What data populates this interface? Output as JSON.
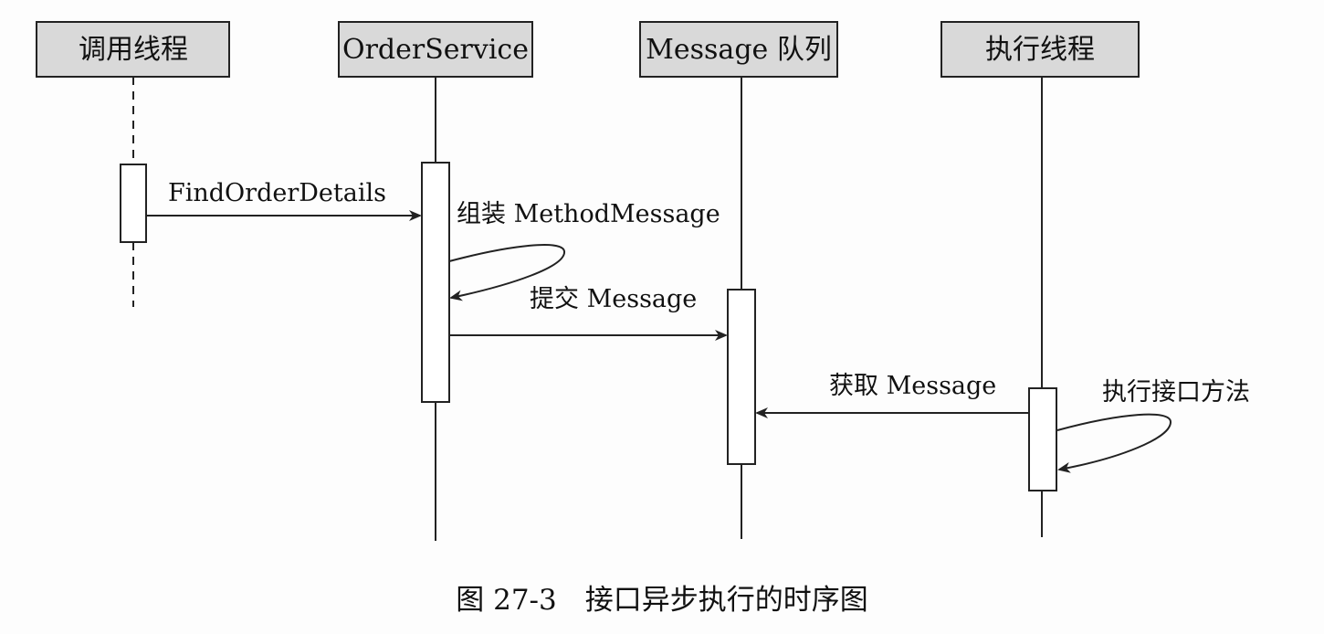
{
  "diagram": {
    "lifelines": [
      {
        "id": "caller",
        "label": "调用线程"
      },
      {
        "id": "orderService",
        "label": "OrderService"
      },
      {
        "id": "messageQueue",
        "label": "Message 队列"
      },
      {
        "id": "executor",
        "label": "执行线程"
      }
    ],
    "messages": [
      {
        "id": "find-order-details",
        "from": "caller",
        "to": "orderService",
        "label": "FindOrderDetails"
      },
      {
        "id": "assemble-method-message",
        "from": "orderService",
        "to": "orderService",
        "label": "组装 MethodMessage"
      },
      {
        "id": "submit-message",
        "from": "orderService",
        "to": "messageQueue",
        "label": "提交 Message"
      },
      {
        "id": "get-message",
        "from": "executor",
        "to": "messageQueue",
        "label": "获取 Message"
      },
      {
        "id": "execute-interface-method",
        "from": "executor",
        "to": "executor",
        "label": "执行接口方法"
      }
    ]
  },
  "caption": "图 27-3　接口异步执行的时序图"
}
